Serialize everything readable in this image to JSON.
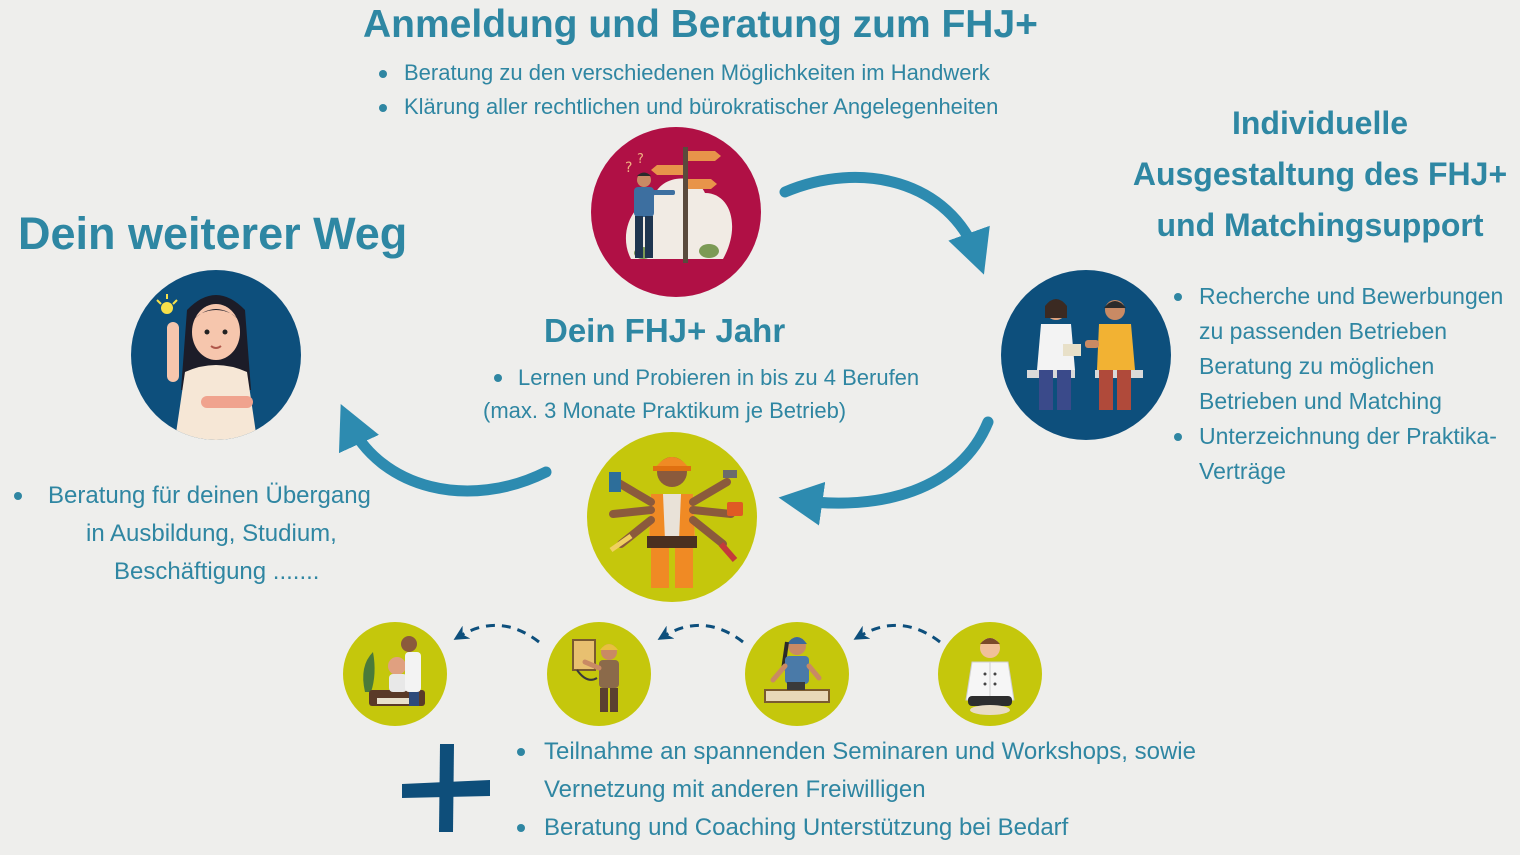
{
  "top": {
    "title": "Anmeldung und Beratung zum FHJ+",
    "bullets": [
      "Beratung zu den verschiedenen Möglichkeiten im Handwerk",
      "Klärung aller rechtlichen und bürokratischer Angelegenheiten"
    ]
  },
  "right": {
    "title_lines": [
      "Individuelle",
      "Ausgestaltung des FHJ+",
      "und Matchingsupport"
    ],
    "bullet1_lines": [
      "Recherche und Bewerbungen",
      "zu passenden Betrieben"
    ],
    "cont_lines": [
      "Beratung zu möglichen",
      "Betrieben und Matching"
    ],
    "bullet2_lines": [
      "Unterzeichnung der Praktika-",
      "Verträge"
    ]
  },
  "center": {
    "title": "Dein FHJ+ Jahr",
    "bullet": "Lernen und Probieren in bis zu 4 Berufen",
    "note": "(max. 3 Monate Praktikum je Betrieb)"
  },
  "left": {
    "title": "Dein weiterer Weg",
    "lines": [
      "Beratung für deinen Übergang",
      "in Ausbildung, Studium,",
      "Beschäftigung ......."
    ]
  },
  "bottom": {
    "bullets": [
      "Teilnahme an spannenden Seminaren und Workshops, sowie",
      "Vernetzung mit anderen Freiwilligen",
      "Beratung und Coaching Unterstützung bei Bedarf"
    ]
  },
  "colors": {
    "text": "#2f86a2",
    "arrow": "#2d8bb0",
    "crimson": "#b01045",
    "navy": "#0d4f7c",
    "lime": "#c5c70c",
    "plus": "#0e4e7a"
  },
  "icons": [
    "signpost-person-icon",
    "thinking-girl-icon",
    "counseling-icon",
    "multi-tool-worker-icon",
    "hairdresser-icon",
    "electrician-icon",
    "carpenter-icon",
    "chef-icon"
  ]
}
